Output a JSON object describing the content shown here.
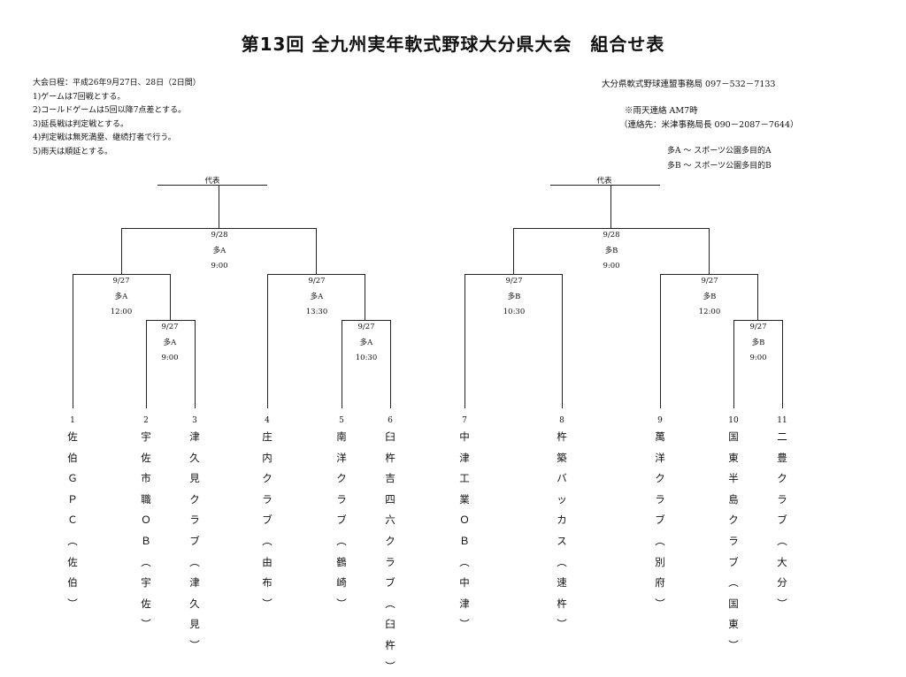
{
  "title": "第13回 全九州実年軟式野球大分県大会　組合せ表",
  "rules": [
    "大会日程：平成26年9月27日、28日（2日間）",
    "1)ゲームは7回戦とする。",
    "2)コールドゲームは5回以降7点差とする。",
    "3)延長戦は判定戦とする。",
    "4)判定戦は無死満塁、継続打者で行う。",
    "5)雨天は順延とする。"
  ],
  "contact": {
    "office": "大分県軟式野球連盟事務局 097－532－7133",
    "rain_notice": "※雨天連絡 AM7時",
    "rain_contact": "（連絡先：米津事務局長 090－2087－7644）"
  },
  "venues": [
    "多A ～ スポーツ公園多目的A",
    "多B ～ スポーツ公園多目的B"
  ],
  "representative_label": "代表",
  "matches": {
    "left_final": {
      "date": "9/28",
      "venue": "多A",
      "time": "9:00"
    },
    "left_semi1": {
      "date": "9/27",
      "venue": "多A",
      "time": "12:00"
    },
    "left_semi2": {
      "date": "9/27",
      "venue": "多A",
      "time": "13:30"
    },
    "left_r1": {
      "date": "9/27",
      "venue": "多A",
      "time": "9:00"
    },
    "left_r2": {
      "date": "9/27",
      "venue": "多A",
      "time": "10:30"
    },
    "right_final": {
      "date": "9/28",
      "venue": "多B",
      "time": "9:00"
    },
    "right_semi1": {
      "date": "9/27",
      "venue": "多B",
      "time": "10:30"
    },
    "right_semi2": {
      "date": "9/27",
      "venue": "多B",
      "time": "12:00"
    },
    "right_r1": {
      "date": "9/27",
      "venue": "多B",
      "time": "9:00"
    }
  },
  "teams": [
    {
      "num": "1",
      "name": "佐伯ＧＰＣ（佐伯）"
    },
    {
      "num": "2",
      "name": "宇佐市職ＯＢ（宇佐）"
    },
    {
      "num": "3",
      "name": "津久見クラブ（津久見）"
    },
    {
      "num": "4",
      "name": "庄内クラブ（由布）"
    },
    {
      "num": "5",
      "name": "南洋クラブ（鶴崎）"
    },
    {
      "num": "6",
      "name": "臼杵吉四六クラブ（臼杵）"
    },
    {
      "num": "7",
      "name": "中津工業ＯＢ（中津）"
    },
    {
      "num": "8",
      "name": "杵築バッカス（速杵）"
    },
    {
      "num": "9",
      "name": "萬洋クラブ（別府）"
    },
    {
      "num": "10",
      "name": "国東半島クラブ（国東）"
    },
    {
      "num": "11",
      "name": "二豊クラブ（大分）"
    }
  ]
}
